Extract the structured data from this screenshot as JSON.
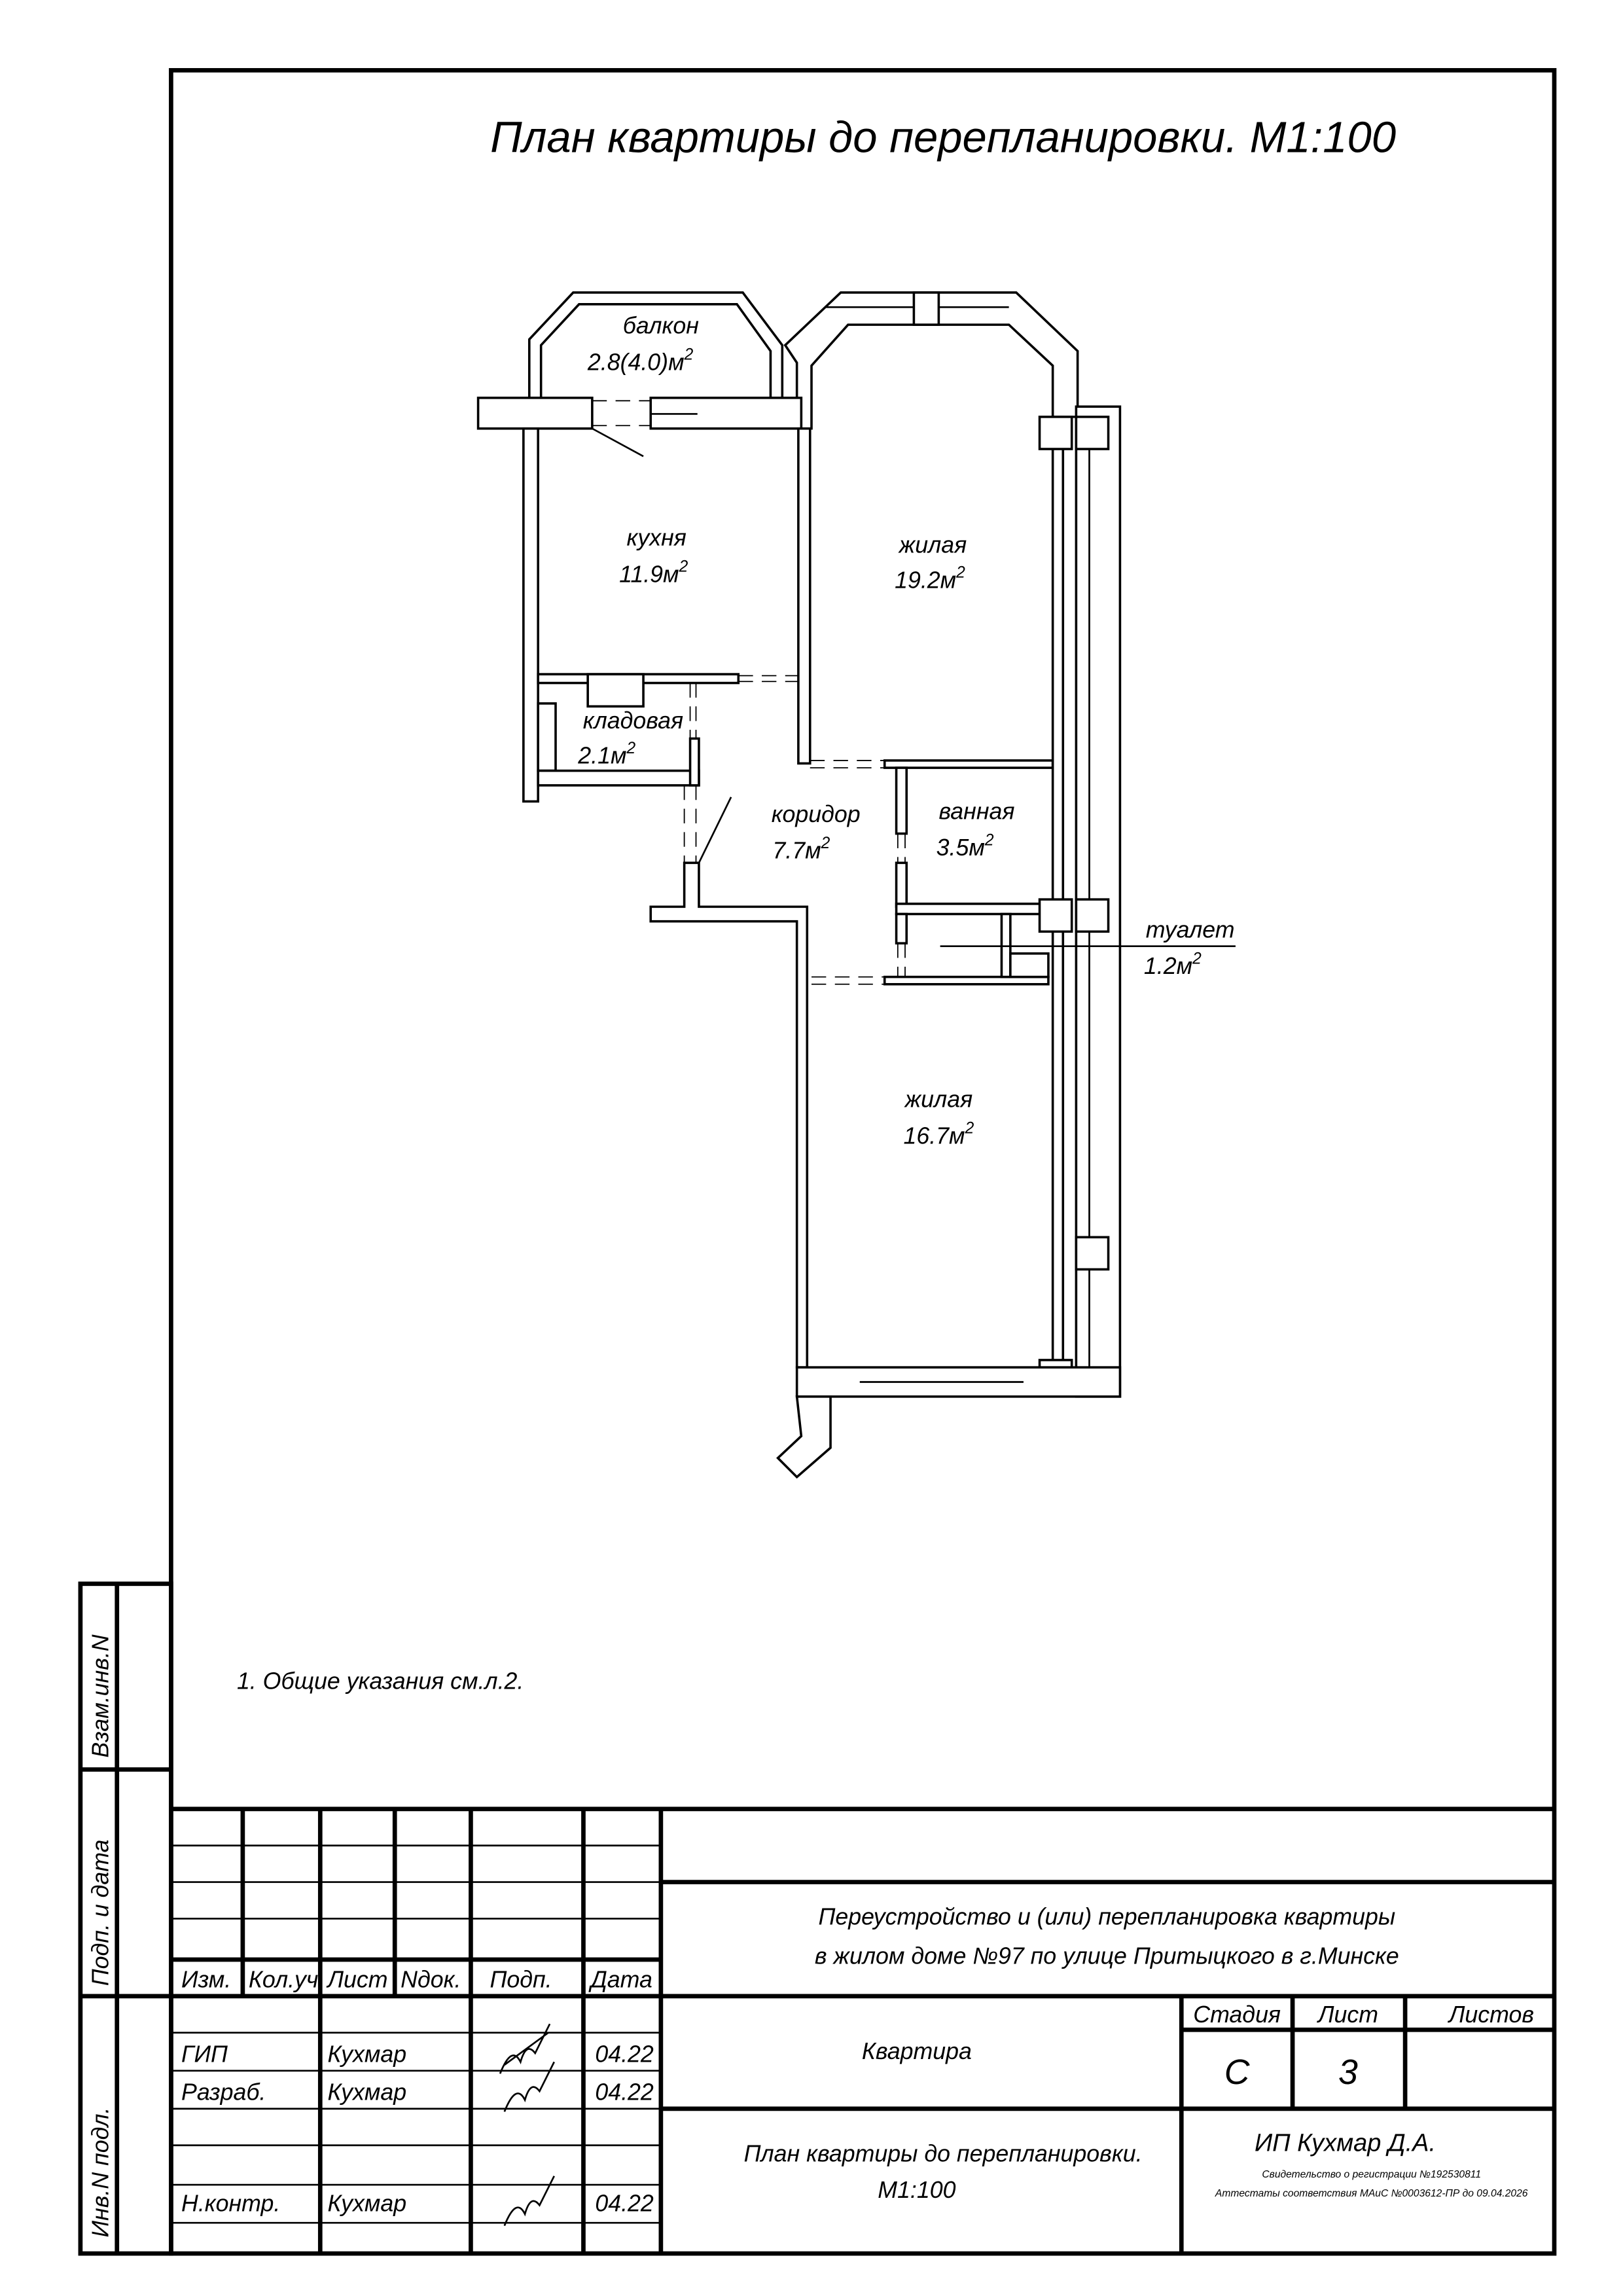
{
  "title": "План квартиры до перепланировки. М1:100",
  "rooms": {
    "balcony": {
      "name": "балкон",
      "area": "2.8(4.0)м",
      "sup": "2"
    },
    "kitchen": {
      "name": "кухня",
      "area": "11.9м",
      "sup": "2"
    },
    "living1": {
      "name": "жилая",
      "area": "19.2м",
      "sup": "2"
    },
    "storage": {
      "name": "кладовая",
      "area": "2.1м",
      "sup": "2"
    },
    "corridor": {
      "name": "коридор",
      "area": "7.7м",
      "sup": "2"
    },
    "bathroom": {
      "name": "ванная",
      "area": "3.5м",
      "sup": "2"
    },
    "toilet": {
      "name": "туалет",
      "area": "1.2м",
      "sup": "2"
    },
    "living2": {
      "name": "жилая",
      "area": "16.7м",
      "sup": "2"
    }
  },
  "note": "1. Общие указания см.л.2.",
  "side_strip": [
    "Взам.инв.N",
    "Подп. и дата",
    "Инв.N подл."
  ],
  "title_block": {
    "headers": [
      "Изм.",
      "Кол.уч.",
      "Лист",
      "Nдок.",
      "Подп.",
      "Дата"
    ],
    "signers": [
      {
        "role": "ГИП",
        "name": "Кухмар",
        "date": "04.22"
      },
      {
        "role": "Разраб.",
        "name": "Кухмар",
        "date": "04.22"
      },
      {
        "role": "Н.контр.",
        "name": "Кухмар",
        "date": "04.22"
      }
    ],
    "project_line1": "Переустройство и (или) перепланировка квартиры",
    "project_line2": "в жилом доме №97 по улице Притыцкого в г.Минске",
    "object": "Квартира",
    "stage_label": "Стадия",
    "sheet_label": "Лист",
    "sheets_label": "Листов",
    "stage": "С",
    "sheet": "3",
    "sheets": "",
    "drawing_title_line1": "План квартиры до перепланировки.",
    "drawing_title_line2": "М1:100",
    "company": "ИП Кухмар Д.А.",
    "cert1": "Свидетельство о регистрации №192530811",
    "cert2": "Аттестаты соответствия МАиС №0003612-ПР до 09.04.2026"
  }
}
